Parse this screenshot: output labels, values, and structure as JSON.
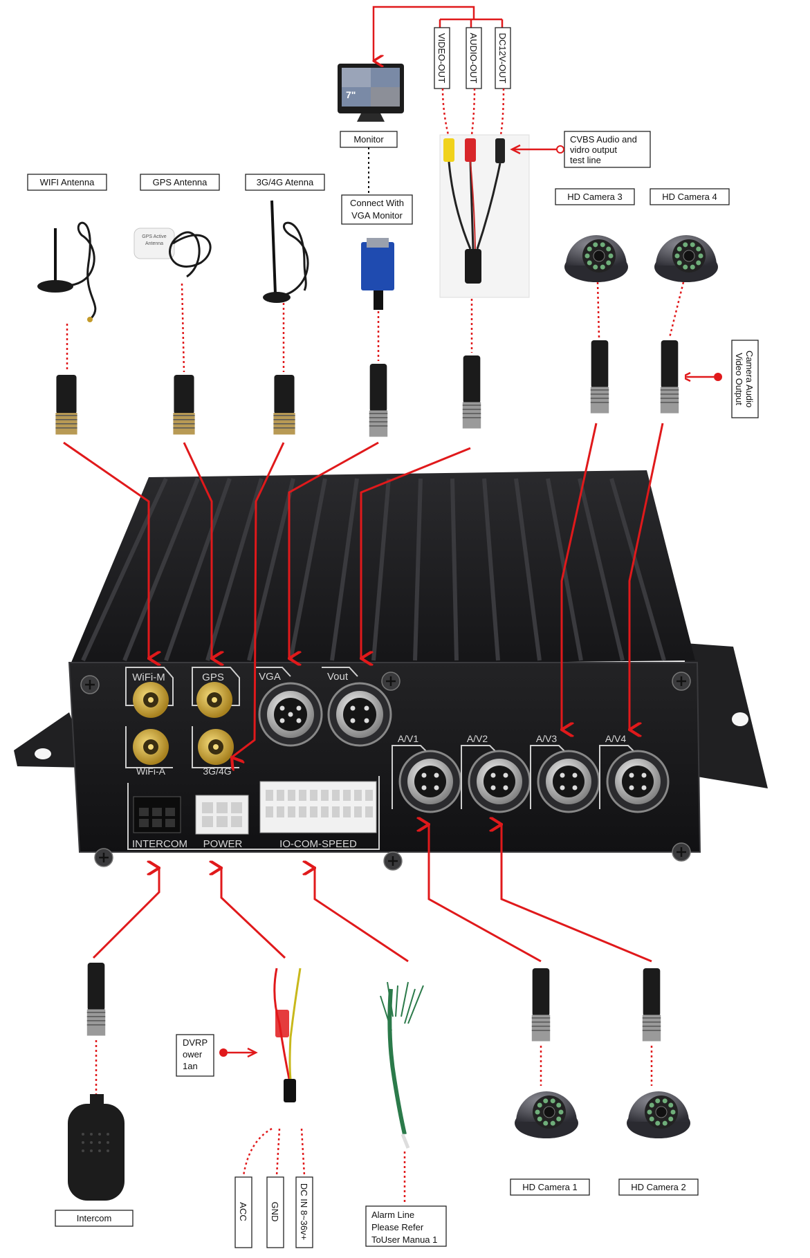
{
  "colors": {
    "arrow": "#e0191b",
    "device": "#1d1d1f",
    "port_label": "#d8d8d8",
    "box_border": "#222222"
  },
  "device": {
    "top_ports": {
      "wifi_m": "WiFi-M",
      "gps": "GPS",
      "wifi_a": "WiFi-A",
      "g3g4": "3G/4G",
      "vga": "VGA",
      "vout": "Vout"
    },
    "av_ports": [
      "A/V1",
      "A/V2",
      "A/V3",
      "A/V4"
    ],
    "bottom_ports": {
      "intercom": "INTERCOM",
      "power": "POWER",
      "io": "IO-COM-SPEED"
    }
  },
  "labels": {
    "wifi_antenna": "WIFI Antenna",
    "gps_antenna": "GPS Antenna",
    "g3g4_antenna": "3G/4G Atenna",
    "monitor": "Monitor",
    "connect_vga": [
      "Connect With",
      "VGA Monitor"
    ],
    "video_out": "VIDEO-OUT",
    "audio_out": "AUDIO-OUT",
    "dc12v_out": "DC12V-OUT",
    "cvbs_note": [
      "CVBS Audio and",
      "vidro output",
      "test line"
    ],
    "hd_cam3": "HD Camera 3",
    "hd_cam4": "HD Camera 4",
    "cam_av_output": [
      "Camera Audio",
      "Video Output"
    ],
    "dvr_power": [
      "DVRP",
      "ower",
      "1an"
    ],
    "acc": "ACC",
    "gnd": "GND",
    "dc_in": "DC IN 8~36v+",
    "alarm_line": [
      "Alarm Line",
      "Please Refer",
      "ToUser Manua 1"
    ],
    "hd_cam1": "HD Camera 1",
    "hd_cam2": "HD Camera 2",
    "intercom": "Intercom",
    "gps_puck_text": [
      "GPS Active",
      "Antenna"
    ]
  }
}
